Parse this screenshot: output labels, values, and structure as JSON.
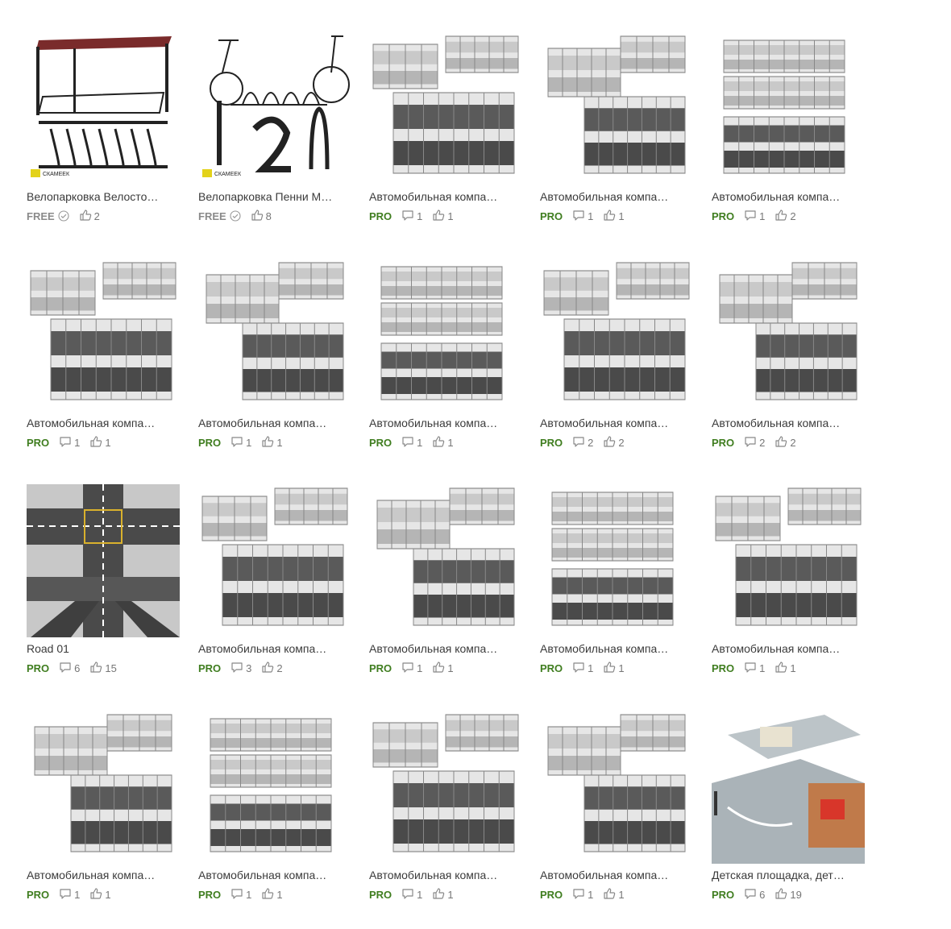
{
  "icons": {
    "comment": "comment-icon",
    "like": "thumbs-up-icon",
    "verified": "verified-check-icon"
  },
  "colors": {
    "pro_badge": "#3f7d1f",
    "free_badge": "#8a8a8a",
    "title_text": "#3b3b3b",
    "meta_text": "#777777"
  },
  "cards": [
    {
      "title": "Велопарковка Велосто…",
      "badge": "FREE",
      "verified": true,
      "comments": "",
      "likes": "2",
      "thumb": "bike-shelter"
    },
    {
      "title": "Велопарковка Пенни М…",
      "badge": "FREE",
      "verified": true,
      "comments": "",
      "likes": "8",
      "thumb": "bike-racks"
    },
    {
      "title": "Автомобильная компа…",
      "badge": "PRO",
      "verified": false,
      "comments": "1",
      "likes": "1",
      "thumb": "parking"
    },
    {
      "title": "Автомобильная компа…",
      "badge": "PRO",
      "verified": false,
      "comments": "1",
      "likes": "1",
      "thumb": "parking"
    },
    {
      "title": "Автомобильная компа…",
      "badge": "PRO",
      "verified": false,
      "comments": "1",
      "likes": "2",
      "thumb": "parking"
    },
    {
      "title": "Автомобильная компа…",
      "badge": "PRO",
      "verified": false,
      "comments": "1",
      "likes": "1",
      "thumb": "parking"
    },
    {
      "title": "Автомобильная компа…",
      "badge": "PRO",
      "verified": false,
      "comments": "1",
      "likes": "1",
      "thumb": "parking"
    },
    {
      "title": "Автомобильная компа…",
      "badge": "PRO",
      "verified": false,
      "comments": "1",
      "likes": "1",
      "thumb": "parking"
    },
    {
      "title": "Автомобильная компа…",
      "badge": "PRO",
      "verified": false,
      "comments": "2",
      "likes": "2",
      "thumb": "parking"
    },
    {
      "title": "Автомобильная компа…",
      "badge": "PRO",
      "verified": false,
      "comments": "2",
      "likes": "2",
      "thumb": "parking"
    },
    {
      "title": "Road 01",
      "badge": "PRO",
      "verified": false,
      "comments": "6",
      "likes": "15",
      "thumb": "road"
    },
    {
      "title": "Автомобильная компа…",
      "badge": "PRO",
      "verified": false,
      "comments": "3",
      "likes": "2",
      "thumb": "parking"
    },
    {
      "title": "Автомобильная компа…",
      "badge": "PRO",
      "verified": false,
      "comments": "1",
      "likes": "1",
      "thumb": "parking"
    },
    {
      "title": "Автомобильная компа…",
      "badge": "PRO",
      "verified": false,
      "comments": "1",
      "likes": "1",
      "thumb": "parking"
    },
    {
      "title": "Автомобильная компа…",
      "badge": "PRO",
      "verified": false,
      "comments": "1",
      "likes": "1",
      "thumb": "parking"
    },
    {
      "title": "Автомобильная компа…",
      "badge": "PRO",
      "verified": false,
      "comments": "1",
      "likes": "1",
      "thumb": "parking"
    },
    {
      "title": "Автомобильная компа…",
      "badge": "PRO",
      "verified": false,
      "comments": "1",
      "likes": "1",
      "thumb": "parking"
    },
    {
      "title": "Автомобильная компа…",
      "badge": "PRO",
      "verified": false,
      "comments": "1",
      "likes": "1",
      "thumb": "parking"
    },
    {
      "title": "Автомобильная компа…",
      "badge": "PRO",
      "verified": false,
      "comments": "1",
      "likes": "1",
      "thumb": "parking"
    },
    {
      "title": "Детская площадка, дет…",
      "badge": "PRO",
      "verified": false,
      "comments": "6",
      "likes": "19",
      "thumb": "playground"
    }
  ]
}
